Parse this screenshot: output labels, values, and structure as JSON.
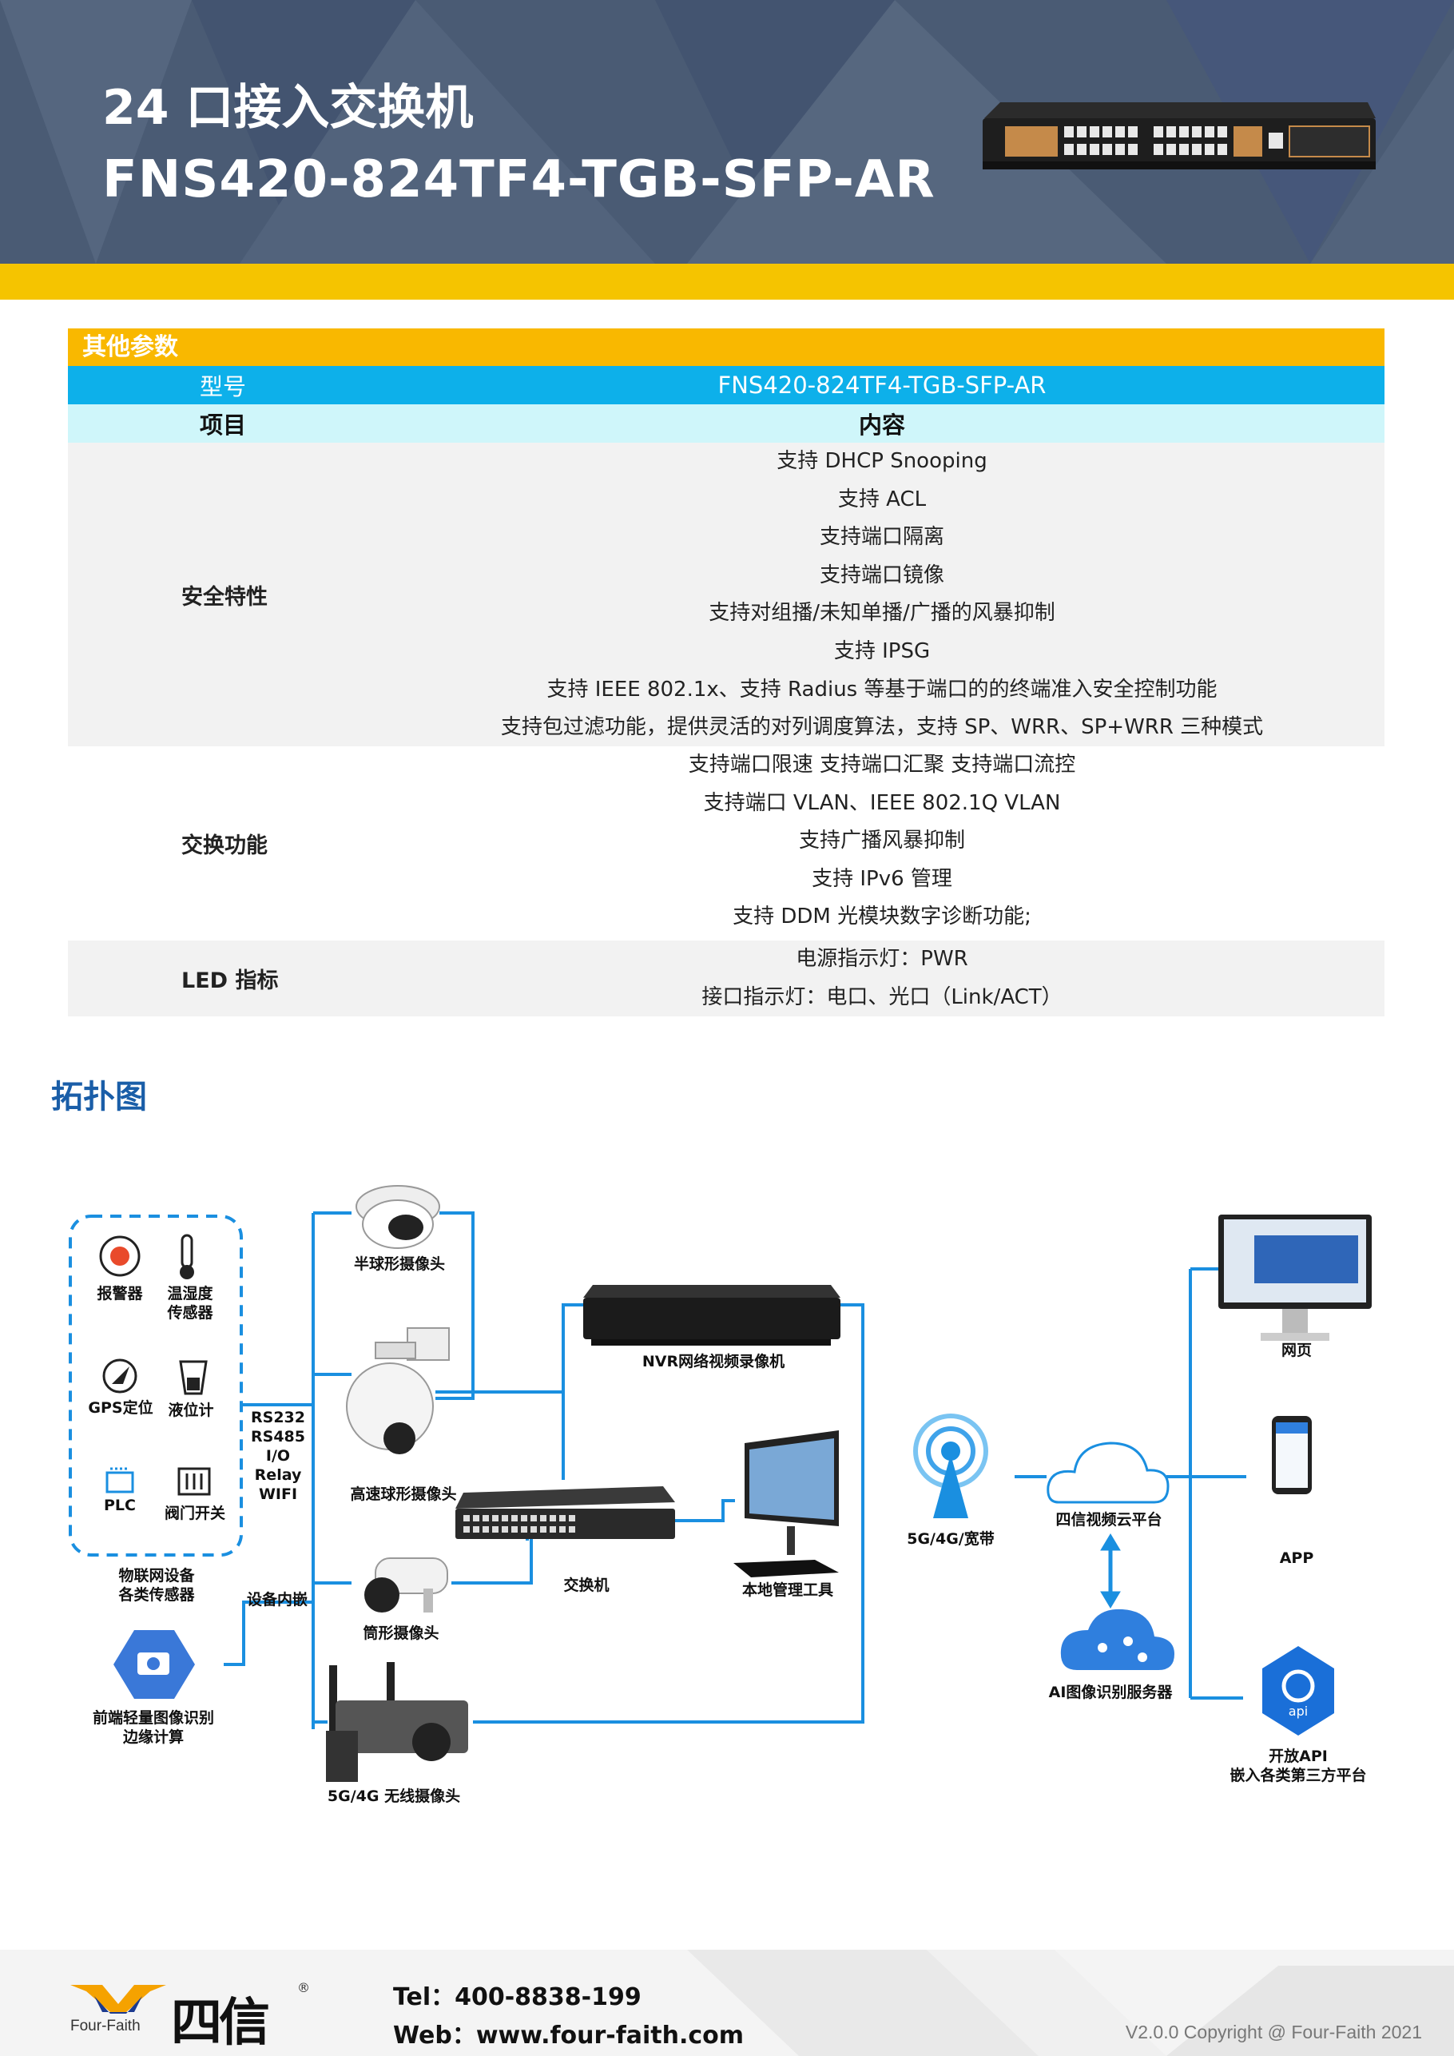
{
  "header": {
    "title_line1": "24 口接入交换机",
    "title_line2": "FNS420-824TF4-TGB-SFP-AR"
  },
  "spec": {
    "section_title": "其他参数",
    "model_label": "型号",
    "model_value": "FNS420-824TF4-TGB-SFP-AR",
    "item_label": "项目",
    "content_label": "内容",
    "groups": [
      {
        "label": "安全特性",
        "lines": [
          "支持 DHCP Snooping",
          "支持 ACL",
          "支持端口隔离",
          "支持端口镜像",
          "支持对组播/未知单播/广播的风暴抑制",
          "支持 IPSG",
          "支持 IEEE 802.1x、支持 Radius 等基于端口的的终端准入安全控制功能",
          "支持包过滤功能，提供灵活的对列调度算法，支持 SP、WRR、SP+WRR 三种模式"
        ]
      },
      {
        "label": "交换功能",
        "lines": [
          "支持端口限速  支持端口汇聚  支持端口流控",
          "支持端口 VLAN、IEEE 802.1Q VLAN",
          "支持广播风暴抑制",
          "支持 IPv6 管理",
          "支持 DDM 光模块数字诊断功能;"
        ]
      },
      {
        "label": "LED 指标",
        "lines": [
          "电源指示灯：PWR",
          "接口指示灯：电口、光口（Link/ACT）"
        ]
      }
    ]
  },
  "topology": {
    "title": "拓扑图",
    "sensors": {
      "alarm": "报警器",
      "temp_1": "温湿度",
      "temp_2": "传感器",
      "gps": "GPS定位",
      "level": "液位计",
      "plc": "PLC",
      "valve": "阀门开关",
      "caption_1": "物联网设备",
      "caption_2": "各类传感器"
    },
    "interfaces": [
      "RS232",
      "RS485",
      "I/O",
      "Relay",
      "WIFI"
    ],
    "embedded_label": "设备内嵌",
    "edge_1": "前端轻量图像识别",
    "edge_2": "边缘计算",
    "dome_camera": "半球形摄像头",
    "speed_dome": "高速球形摄像头",
    "bullet_camera": "筒形摄像头",
    "wireless_camera": "5G/4G 无线摄像头",
    "nvr": "NVR网络视频录像机",
    "switch": "交换机",
    "local_tool": "本地管理工具",
    "network": "5G/4G/宽带",
    "cloud": "四信视频云平台",
    "ai_server": "AI图像识别服务器",
    "web": "网页",
    "app": "APP",
    "api_badge": "api",
    "api_1": "开放API",
    "api_2": "嵌入各类第三方平台"
  },
  "footer": {
    "brand_en": "Four-Faith",
    "brand_cn": "四信",
    "reg": "®",
    "tel": "Tel：400-8838-199",
    "web": "Web：www.four-faith.com",
    "copyright": "V2.0.0 Copyright @ Four-Faith 2021"
  },
  "colors": {
    "header_bg": "#4a5b74",
    "yellow": "#f5c400",
    "section_orange": "#f9b800",
    "model_blue": "#0db0ea",
    "item_cyan": "#cff6fa",
    "topo_blue": "#1a8fe0",
    "title_blue": "#1a5ea8"
  }
}
